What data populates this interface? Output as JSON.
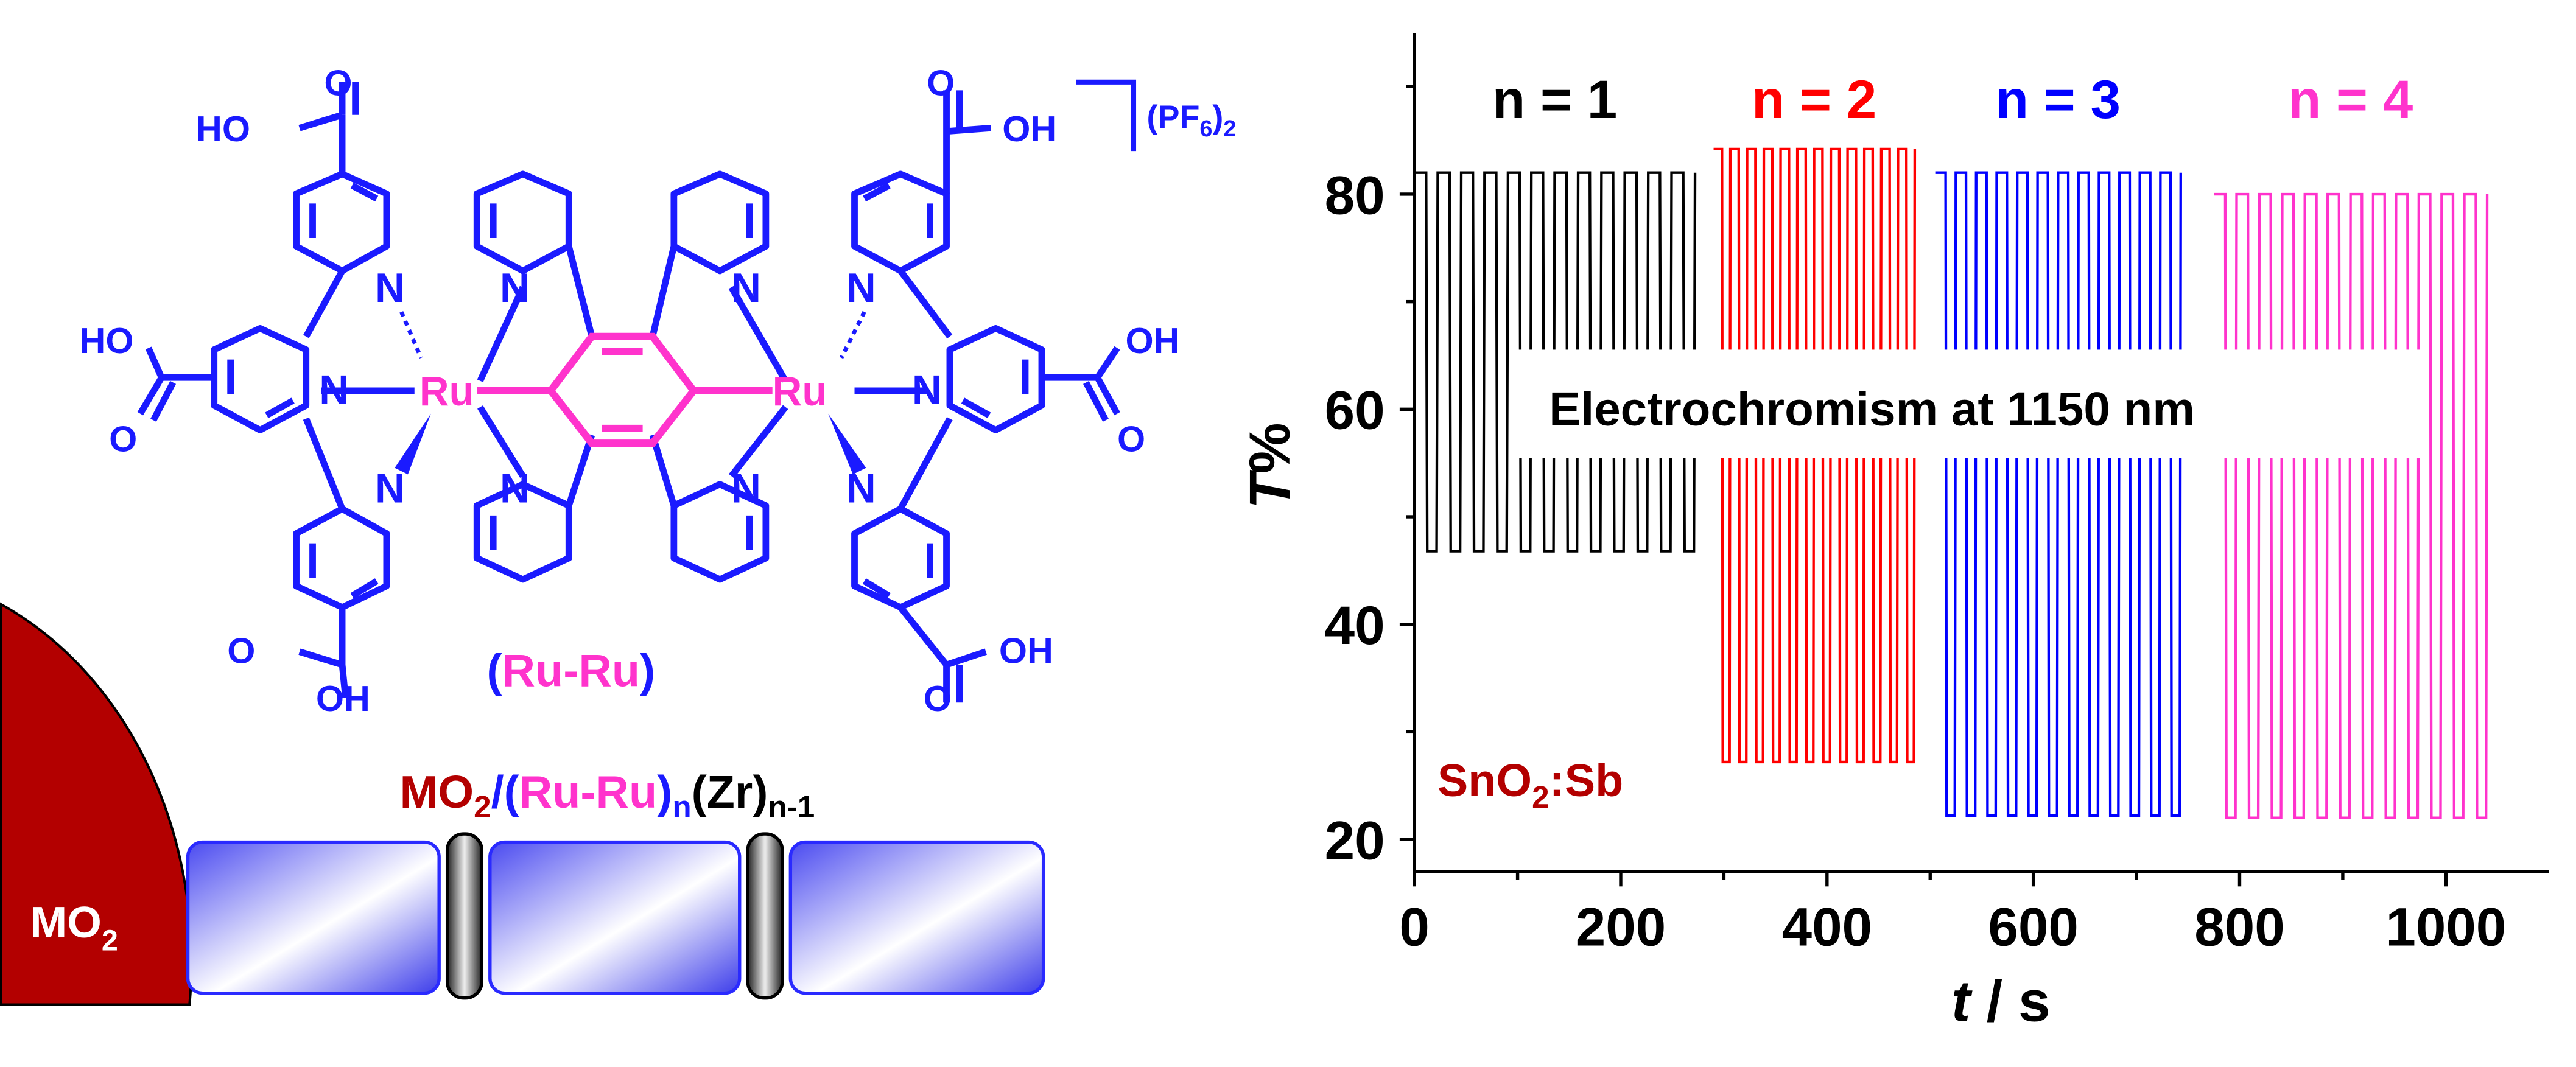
{
  "schematic": {
    "oxide_label": "MO",
    "oxide_sub": "2",
    "assembly": {
      "part1": "MO",
      "part1_sub": "2",
      "slash": "/",
      "part2": "(Ru-Ru)",
      "part2_sub": "n",
      "part3": "(Zr)",
      "part3_sub": "n-1"
    },
    "complex_name": {
      "open": "(",
      "name": "Ru-Ru",
      "close": ")"
    },
    "counterion": {
      "open": "(PF",
      "sub1": "6",
      "close": ")",
      "sub2": "2"
    },
    "atoms": {
      "ru": "Ru",
      "n": "N"
    },
    "groups": {
      "cooh_left": "HO",
      "cooh_right": "OH",
      "carbonyl": "O"
    },
    "colors": {
      "oxide": "#b30000",
      "ligand": "#1a1aff",
      "bridge": "#ff33cc",
      "black": "#000000"
    }
  },
  "chart_data": {
    "type": "line",
    "xlabel": {
      "italic": "t",
      "rest": " / s"
    },
    "ylabel": {
      "italic": "T",
      "rest": "%"
    },
    "xlim": [
      0,
      1100
    ],
    "ylim": [
      17,
      95
    ],
    "xticks": [
      0,
      200,
      400,
      600,
      800,
      1000
    ],
    "yticks": [
      20,
      40,
      60,
      80
    ],
    "annotation": "Electrochromism at 1150 nm",
    "substrate_label": {
      "main": "SnO",
      "sub": "2",
      "rest": ":Sb"
    },
    "series": [
      {
        "name": "n = 1",
        "color": "#000000",
        "x_start": 0,
        "x_end": 272,
        "cycles": 12,
        "high": 82,
        "low": 46.8
      },
      {
        "name": "n = 2",
        "color": "#ff0000",
        "x_start": 290,
        "x_end": 485,
        "cycles": 12,
        "high": 84.2,
        "low": 27.2
      },
      {
        "name": "n = 3",
        "color": "#0000ff",
        "x_start": 505,
        "x_end": 743,
        "cycles": 12,
        "high": 82,
        "low": 22.2
      },
      {
        "name": "n = 4",
        "color": "#ff33cc",
        "x_start": 775,
        "x_end": 1040,
        "cycles": 12,
        "high": 80,
        "low": 22
      }
    ]
  }
}
